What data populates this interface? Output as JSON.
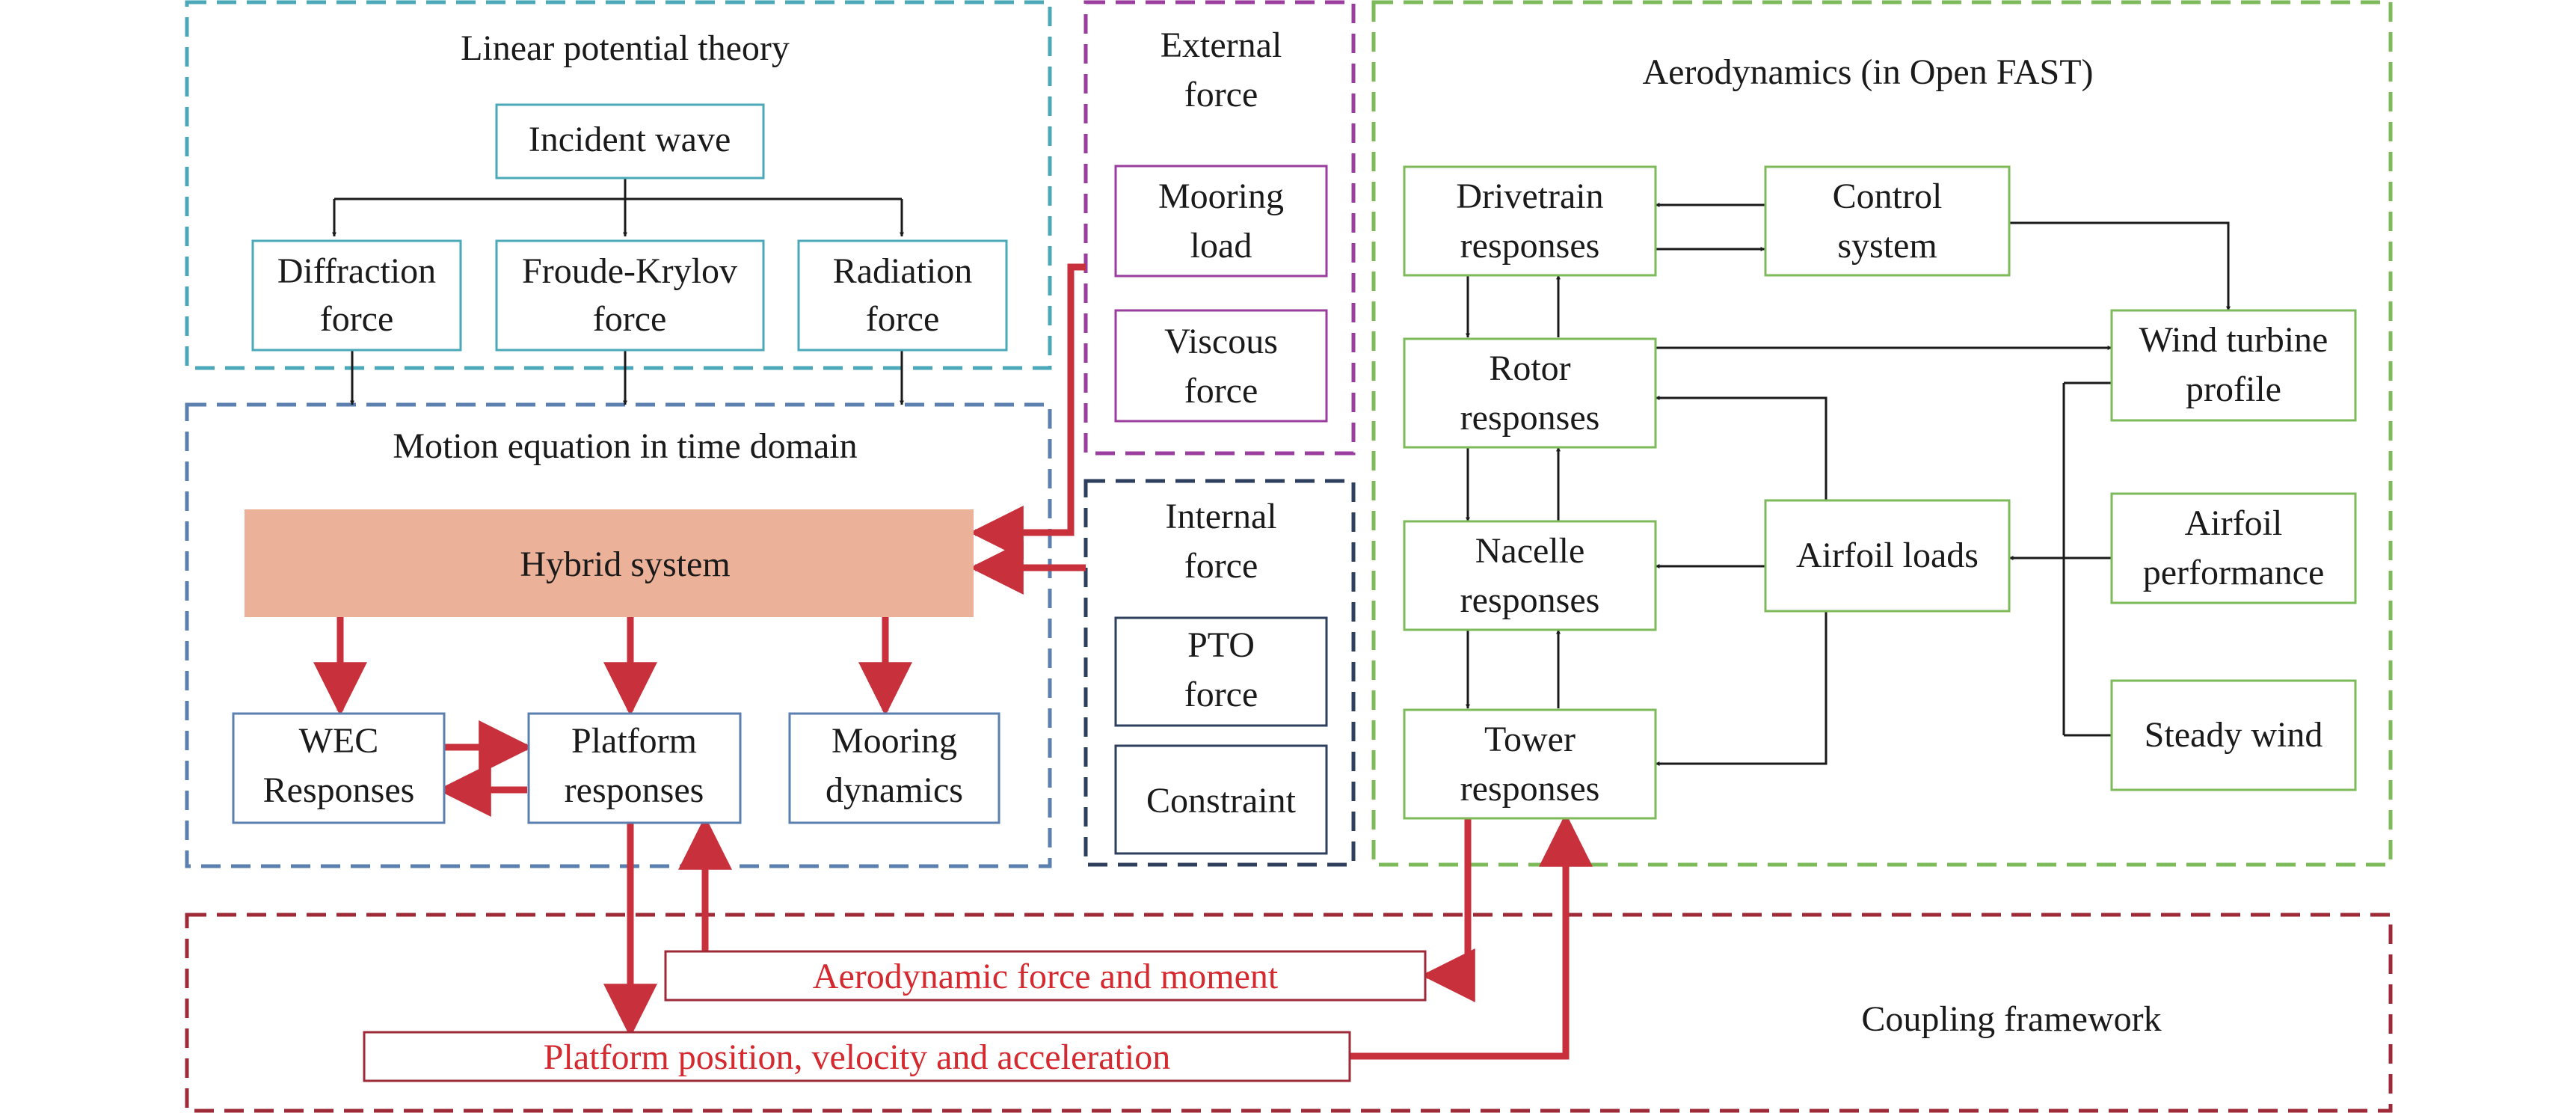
{
  "colors": {
    "teal": "#4aa8b8",
    "purple": "#9a3d9e",
    "steel_blue": "#5b7fae",
    "dark_navy": "#2e3f5e",
    "green": "#7dba5a",
    "dark_red": "#9e2a37",
    "arrow_red": "#c8303b",
    "hybrid_fill": "#ecb199",
    "text_black": "#1a1a1a",
    "text_red": "#d4292f"
  },
  "groups": {
    "linear_potential_theory": {
      "title": "Linear potential theory"
    },
    "external_force": {
      "title_line1": "External",
      "title_line2": "force"
    },
    "aerodynamics": {
      "title": "Aerodynamics (in Open FAST)"
    },
    "motion_equation": {
      "title": "Motion equation in time domain"
    },
    "internal_force": {
      "title_line1": "Internal",
      "title_line2": "force"
    },
    "coupling_framework": {
      "title": "Coupling framework"
    }
  },
  "nodes": {
    "incident_wave": {
      "label": "Incident wave"
    },
    "diffraction_force": {
      "line1": "Diffraction",
      "line2": "force"
    },
    "froude_krylov_force": {
      "line1": "Froude-Krylov",
      "line2": "force"
    },
    "radiation_force": {
      "line1": "Radiation",
      "line2": "force"
    },
    "mooring_load": {
      "line1": "Mooring",
      "line2": "load"
    },
    "viscous_force": {
      "line1": "Viscous",
      "line2": "force"
    },
    "pto_force": {
      "line1": "PTO",
      "line2": "force"
    },
    "constraint": {
      "label": "Constraint"
    },
    "hybrid_system": {
      "label": "Hybrid system"
    },
    "wec_responses": {
      "line1": "WEC",
      "line2": "Responses"
    },
    "platform_responses": {
      "line1": "Platform",
      "line2": "responses"
    },
    "mooring_dynamics": {
      "line1": "Mooring",
      "line2": "dynamics"
    },
    "drivetrain_responses": {
      "line1": "Drivetrain",
      "line2": "responses"
    },
    "control_system": {
      "line1": "Control",
      "line2": "system"
    },
    "rotor_responses": {
      "line1": "Rotor",
      "line2": "responses"
    },
    "nacelle_responses": {
      "line1": "Nacelle",
      "line2": "responses"
    },
    "tower_responses": {
      "line1": "Tower",
      "line2": "responses"
    },
    "airfoil_loads": {
      "label": "Airfoil loads"
    },
    "wind_turbine_profile": {
      "line1": "Wind turbine",
      "line2": "profile"
    },
    "airfoil_performance": {
      "line1": "Airfoil",
      "line2": "performance"
    },
    "steady_wind": {
      "label": "Steady wind"
    },
    "aerodynamic_force_and_moment": {
      "label": "Aerodynamic force and moment"
    },
    "platform_position_velocity_acceleration": {
      "label": "Platform position, velocity and acceleration"
    }
  }
}
